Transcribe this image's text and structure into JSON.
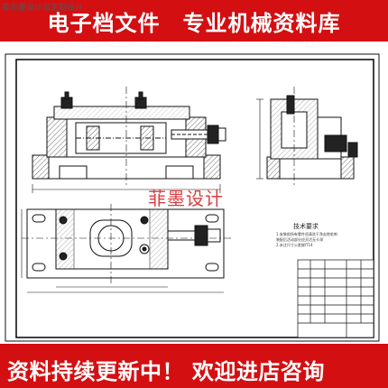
{
  "watermark_top": "菲与墨设计可定制设计",
  "top_banner": {
    "text": "电子档文件　专业机械资料库"
  },
  "stamp": {
    "text": "菲墨设计"
  },
  "tech_requirements": {
    "title": "技术要求",
    "lines": [
      "1.安装前所有零件须清洗干净去除毛刺",
      "装配后活动部分应灵活无卡滞",
      "2.未注尺寸公差按IT14"
    ]
  },
  "bottom_banner": {
    "text": "资料持续更新中！ 欢迎进店咨询"
  },
  "colors": {
    "banner": "#d30f12",
    "stamp": "#d6292d",
    "line": "#111111",
    "section": "#b0b0b0"
  }
}
